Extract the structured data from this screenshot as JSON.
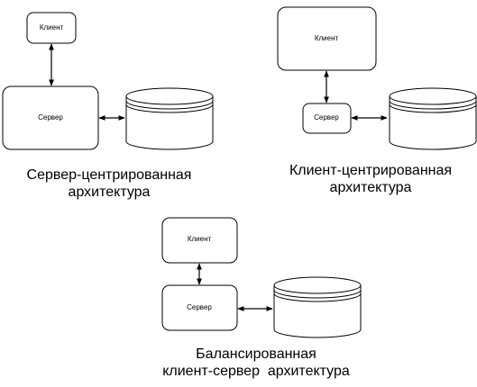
{
  "diagrams": [
    {
      "client_label": "Клиент",
      "server_label": "Сервер",
      "caption_line1": "Сервер-центрированная",
      "caption_line2": "архитектура"
    },
    {
      "client_label": "Клиент",
      "server_label": "Сервер",
      "caption_line1": "Клиент-центрированная",
      "caption_line2": "архитектура"
    },
    {
      "client_label": "Клиент",
      "server_label": "Сервер",
      "caption_line1": "Балансированная",
      "caption_line2": "клиент-сервер  архитектура"
    }
  ]
}
